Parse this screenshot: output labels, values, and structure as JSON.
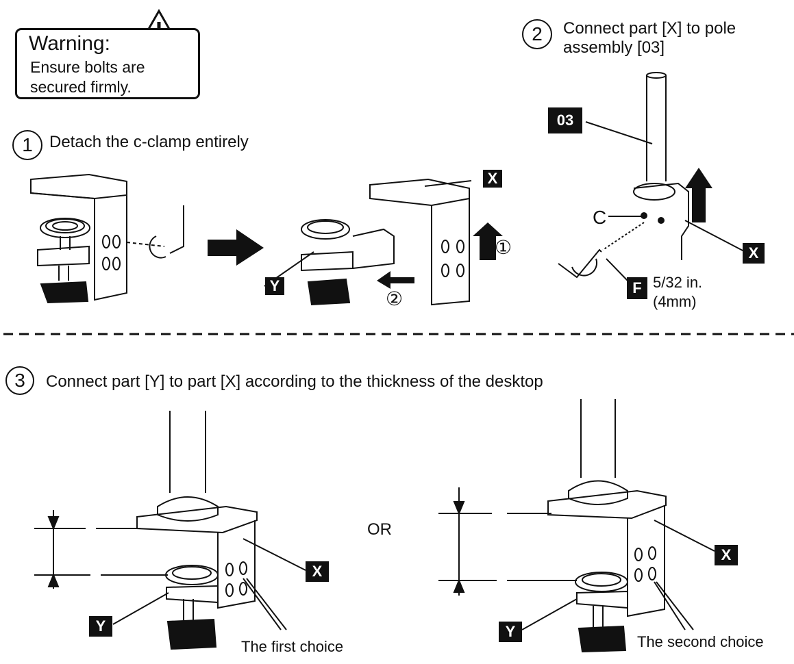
{
  "warning": {
    "title": "Warning:",
    "line1": "Ensure bolts are",
    "line2": "secured firmly.",
    "icon": "warning-triangle-icon"
  },
  "step1": {
    "number": "1",
    "text": "Detach the c-clamp entirely",
    "sub1": "①",
    "sub2": "②",
    "label_x": "X",
    "label_y": "Y"
  },
  "step2": {
    "number": "2",
    "text_line1": "Connect part [X] to pole",
    "text_line2": "assembly [03]",
    "label_03": "03",
    "label_c": "C",
    "label_x": "X",
    "label_f": "F",
    "wrench_line1": "5/32 in.",
    "wrench_line2": "(4mm)"
  },
  "step3": {
    "number": "3",
    "text": "Connect part [Y] to part [X] according to the thickness of the desktop",
    "or": "OR",
    "left": {
      "label_x": "X",
      "label_y": "Y",
      "caption": "The first choice"
    },
    "right": {
      "label_x": "X",
      "label_y": "Y",
      "caption": "The second choice"
    }
  }
}
